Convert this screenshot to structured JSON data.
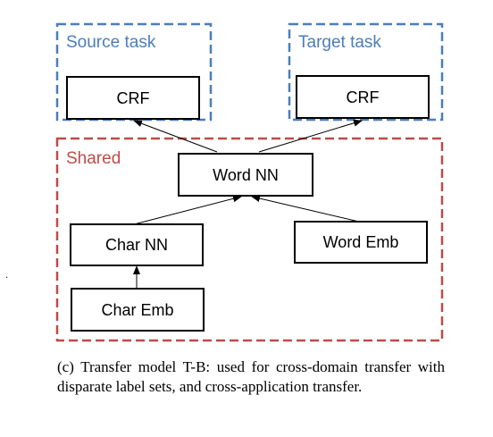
{
  "regions": {
    "source": {
      "label": "Source task",
      "color": "#4a7ebb"
    },
    "target": {
      "label": "Target task",
      "color": "#4a7ebb"
    },
    "shared": {
      "label": "Shared",
      "color": "#be4b48"
    }
  },
  "nodes": {
    "source_crf": "CRF",
    "target_crf": "CRF",
    "word_nn": "Word NN",
    "char_nn": "Char NN",
    "word_emb": "Word Emb",
    "char_emb": "Char Emb"
  },
  "caption": "(c) Transfer model T-B: used for cross-domain transfer with disparate label sets, and cross-application transfer.",
  "stray_mark": "."
}
